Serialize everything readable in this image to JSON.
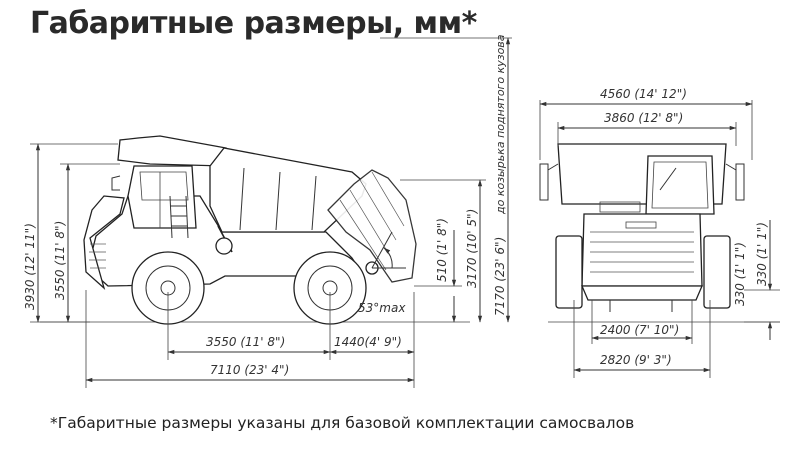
{
  "title": "Габаритные размеры, мм*",
  "footnote": "*Габаритные размеры указаны для базовой комплектации самосвалов",
  "side_view": {
    "height_total": "3930 (12' 11\")",
    "height_cab": "3550 (11' 8\")",
    "height_raised_body": "7170 (23' 6\")",
    "raised_body_note": "до козырька поднятого кузова",
    "height_mid": "3170 (10' 5\")",
    "height_low": "510 (1' 8\")",
    "angle": "53°max",
    "wheelbase": "3550 (11' 8\")",
    "rear_overhang": "1440(4' 9\")",
    "length_total": "7110 (23' 4\")"
  },
  "front_view": {
    "width_total": "4560 (14' 12\")",
    "width_body": "3860 (12' 8\")",
    "ground_clearance": "330 (1' 1\")",
    "height_small": "330 (1' 1\")",
    "track_inner": "2400 (7' 10\")",
    "track_outer": "2820 (9' 3\")"
  }
}
